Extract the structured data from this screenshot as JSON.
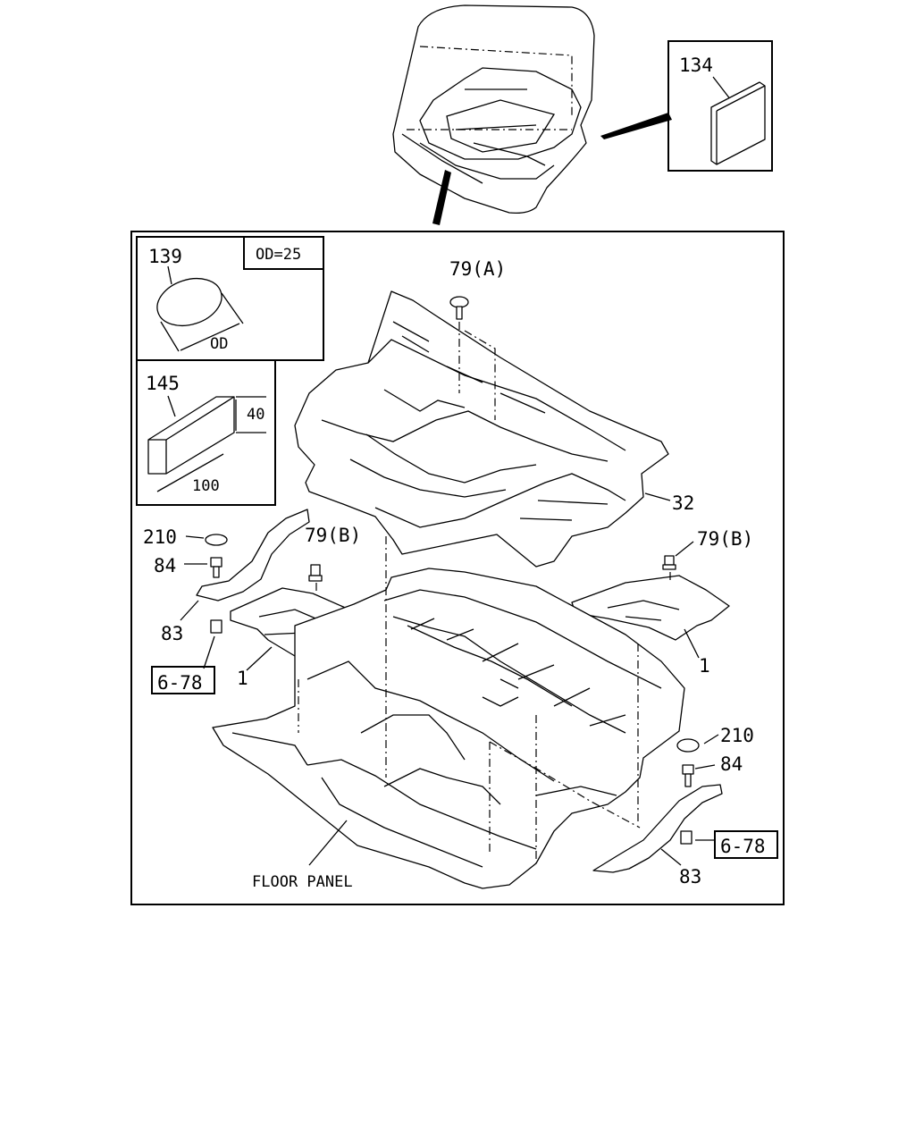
{
  "callouts": {
    "p134": "134",
    "p139": "139",
    "od_eq": "OD=25",
    "od": "OD",
    "p145": "145",
    "dim40": "40",
    "dim100": "100",
    "p79a": "79(A)",
    "p32": "32",
    "p210_left": "210",
    "p84_left": "84",
    "p79b_left": "79(B)",
    "p83_left": "83",
    "ref678_left": "6-78",
    "p1_left": "1",
    "p79b_right": "79(B)",
    "p1_right": "1",
    "p210_right": "210",
    "p84_right": "84",
    "ref678_right": "6-78",
    "p83_right": "83",
    "floor_panel": "FLOOR PANEL"
  }
}
